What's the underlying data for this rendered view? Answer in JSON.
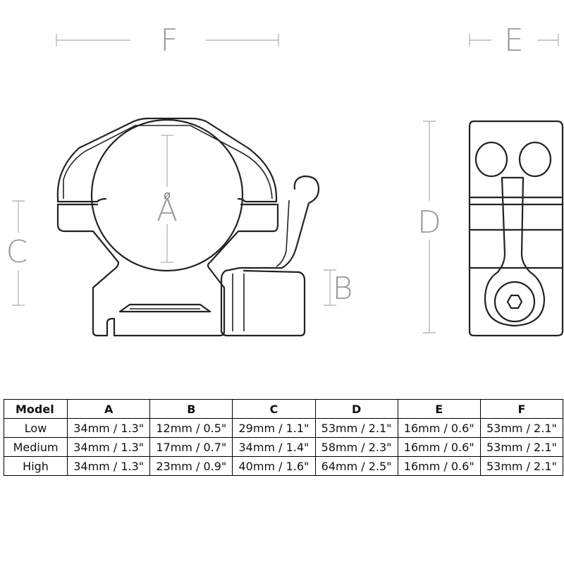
{
  "diagram": {
    "dimension_labels": {
      "A": "A",
      "B": "B",
      "C": "C",
      "D": "D",
      "E": "E",
      "F": "F",
      "diameter_symbol": "ø"
    }
  },
  "table": {
    "headers": [
      "Model",
      "A",
      "B",
      "C",
      "D",
      "E",
      "F"
    ],
    "rows": [
      [
        "Low",
        "34mm / 1.3\"",
        "12mm / 0.5\"",
        "29mm / 1.1\"",
        "53mm / 2.1\"",
        "16mm / 0.6\"",
        "53mm / 2.1\""
      ],
      [
        "Medium",
        "34mm / 1.3\"",
        "17mm / 0.7\"",
        "34mm / 1.4\"",
        "58mm / 2.3\"",
        "16mm / 0.6\"",
        "53mm / 2.1\""
      ],
      [
        "High",
        "34mm / 1.3\"",
        "23mm / 0.9\"",
        "40mm / 1.6\"",
        "64mm / 2.5\"",
        "16mm / 0.6\"",
        "53mm / 2.1\""
      ]
    ]
  }
}
